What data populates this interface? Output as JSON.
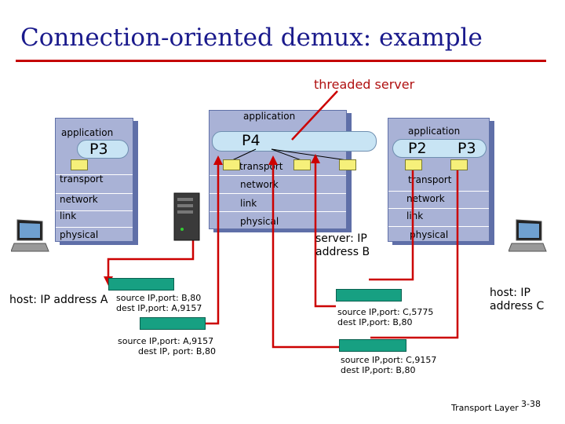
{
  "title": "Connection-oriented demux: example",
  "threaded_server_label": "threaded server",
  "stacks": {
    "host_a": {
      "application": "application",
      "process": "P3",
      "transport": "transport",
      "network": "network",
      "link": "link",
      "physical": "physical"
    },
    "server": {
      "application": "application",
      "process": "P4",
      "transport": "transport",
      "network": "network",
      "link": "link",
      "physical": "physical"
    },
    "host_c": {
      "application": "application",
      "process_1": "P2",
      "process_2": "P3",
      "transport": "transport",
      "network": "network",
      "link": "link",
      "physical": "physical"
    }
  },
  "host_a_label": "host: IP address A",
  "server_label": "server: IP address B",
  "host_c_label": "host: IP address C",
  "segments": {
    "a_to_b": {
      "src": "source IP,port: A,9157",
      "dst": "dest IP, port: B,80"
    },
    "b_to_a": {
      "src": "source IP,port: B,80",
      "dst": "dest IP,port: A,9157"
    },
    "c5775": {
      "src": "source IP,port: C,5775",
      "dst": "dest IP,port: B,80"
    },
    "c9157": {
      "src": "source IP,port: C,9157",
      "dst": "dest IP,port: B,80"
    }
  },
  "footer": "Transport Layer",
  "page_number": "3-38",
  "colors": {
    "title": "#1a1a8c",
    "rule": "#c40000",
    "stack": "#a9b2d6",
    "packet": "#17a082",
    "arrow": "#cc0000"
  }
}
